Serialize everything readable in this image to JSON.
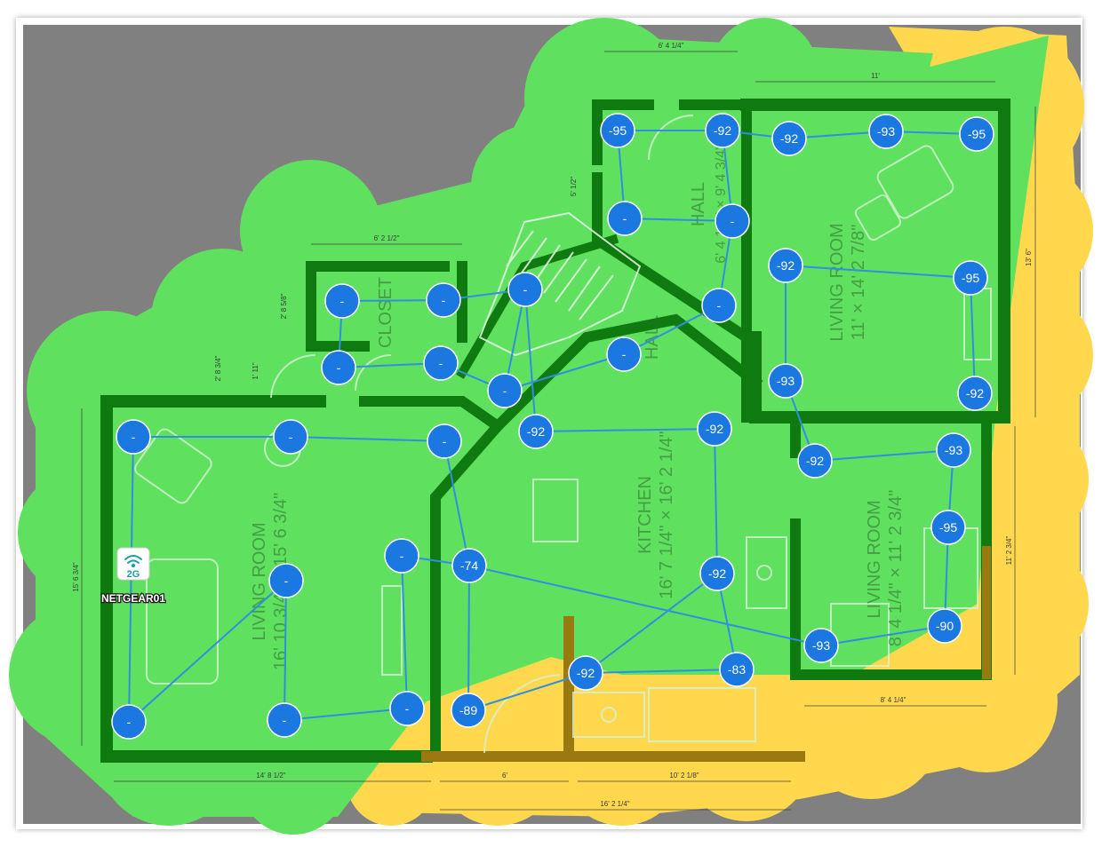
{
  "map": {
    "colors": {
      "background": "#808080",
      "coverage_good": "#5fe05f",
      "coverage_fair": "#ffd84d",
      "walls": "#0f7a0f",
      "walls_fair": "#9a7a10",
      "survey_point": "#1a78e0",
      "path": "#2f8fe0"
    },
    "access_point": {
      "name": "NETGEAR01",
      "band": "2G",
      "icon": "wifi-icon"
    },
    "rooms": [
      {
        "id": "closet",
        "label": "CLOSET"
      },
      {
        "id": "hall-upper",
        "label": "HALL"
      },
      {
        "id": "hall-upper-dim",
        "label": "6' 4 1/4\" × 9' 4 3/4\""
      },
      {
        "id": "hall-lower",
        "label": "HALL"
      },
      {
        "id": "living-room-right-top",
        "label": "LIVING ROOM"
      },
      {
        "id": "living-room-right-top-dim",
        "label": "11' × 14' 2 7/8\""
      },
      {
        "id": "living-room-left",
        "label": "LIVING ROOM"
      },
      {
        "id": "living-room-left-dim",
        "label": "16' 10 3/4\" × 15' 6 3/4\""
      },
      {
        "id": "kitchen",
        "label": "KITCHEN"
      },
      {
        "id": "kitchen-dim",
        "label": "16' 7 1/4\" × 16' 2 1/4\""
      },
      {
        "id": "living-room-right-bottom",
        "label": "LIVING ROOM"
      },
      {
        "id": "living-room-right-bottom-dim",
        "label": "8' 4 1/4\" × 11' 2 3/4\""
      }
    ],
    "dimensions": [
      "6' 4 1/4\"",
      "11'",
      "6' 2 1/2\"",
      "5' 1/2\"",
      "2' 8 5/8\"",
      "2' 8 3/4\"",
      "1' 11\"",
      "15' 6 3/4\"",
      "13' 6\"",
      "11' 2 3/4\"",
      "8' 4 1/4\"",
      "14' 8 1/2\"",
      "6'",
      "10' 2 1/8\"",
      "16' 2 1/4\""
    ],
    "survey_points": [
      {
        "id": "p1",
        "value": "-95"
      },
      {
        "id": "p2",
        "value": "-92"
      },
      {
        "id": "p3",
        "value": "-92"
      },
      {
        "id": "p4",
        "value": "-93"
      },
      {
        "id": "p5",
        "value": "-95"
      },
      {
        "id": "p6",
        "value": "-"
      },
      {
        "id": "p7",
        "value": "-"
      },
      {
        "id": "p8",
        "value": "-92"
      },
      {
        "id": "p9",
        "value": "-95"
      },
      {
        "id": "p10",
        "value": "-"
      },
      {
        "id": "p11",
        "value": "-"
      },
      {
        "id": "p12",
        "value": "-"
      },
      {
        "id": "p13",
        "value": "-"
      },
      {
        "id": "p14",
        "value": "-"
      },
      {
        "id": "p15",
        "value": "-"
      },
      {
        "id": "p16",
        "value": "-"
      },
      {
        "id": "p17",
        "value": "-"
      },
      {
        "id": "p18",
        "value": "-93"
      },
      {
        "id": "p19",
        "value": "-92"
      },
      {
        "id": "p20",
        "value": "-"
      },
      {
        "id": "p21",
        "value": "-"
      },
      {
        "id": "p22",
        "value": "-"
      },
      {
        "id": "p23",
        "value": "-92"
      },
      {
        "id": "p24",
        "value": "-92"
      },
      {
        "id": "p25",
        "value": "-92"
      },
      {
        "id": "p26",
        "value": "-93"
      },
      {
        "id": "p27",
        "value": "-"
      },
      {
        "id": "p28",
        "value": "-"
      },
      {
        "id": "p29",
        "value": "-74"
      },
      {
        "id": "p30",
        "value": "-92"
      },
      {
        "id": "p31",
        "value": "-95"
      },
      {
        "id": "p32",
        "value": "-90"
      },
      {
        "id": "p33",
        "value": "-93"
      },
      {
        "id": "p34",
        "value": "-"
      },
      {
        "id": "p35",
        "value": "-"
      },
      {
        "id": "p36",
        "value": "-"
      },
      {
        "id": "p37",
        "value": "-89"
      },
      {
        "id": "p38",
        "value": "-92"
      },
      {
        "id": "p39",
        "value": "-83"
      }
    ]
  }
}
